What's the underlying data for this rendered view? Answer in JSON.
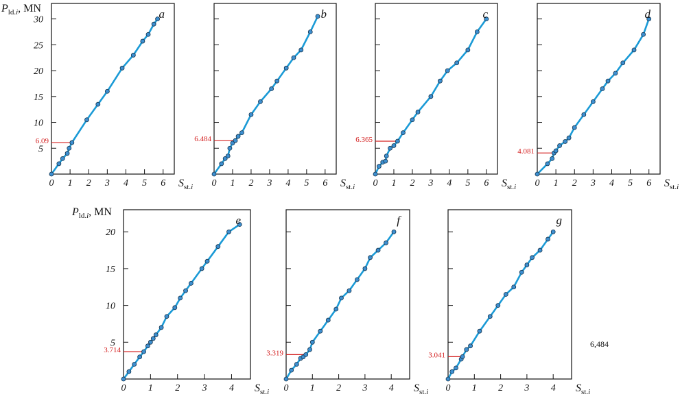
{
  "colors": {
    "line": "#1a9ad6",
    "point_fill": "#3d8fd0",
    "point_stroke": "#14324a",
    "marker": "#d42020",
    "frame": "#111111"
  },
  "axis_text": {
    "y_main": "P",
    "y_sub": "ld.",
    "y_sub_i": "i",
    "y_unit": ", MN",
    "x_main": "S",
    "x_sub": "st.",
    "x_sub_i": "i"
  },
  "side_note": "6,484",
  "chart_data": [
    {
      "type": "line",
      "panel": "a",
      "xlim": [
        0,
        6.6
      ],
      "ylim": [
        0,
        33
      ],
      "xticks": [
        "0",
        "1",
        "2",
        "3",
        "4",
        "5",
        "6"
      ],
      "yticks": [
        "5",
        "10",
        "15",
        "20",
        "25",
        "30"
      ],
      "marker": {
        "label": "6.09",
        "x": 1.1,
        "y": 6.09
      },
      "series": [
        {
          "x": [
            0,
            0.4,
            0.6,
            0.85,
            0.95,
            1.1,
            1.9,
            2.5,
            3.0,
            3.8,
            4.4,
            4.9,
            5.2,
            5.5,
            5.7
          ],
          "y": [
            0,
            2.0,
            3.0,
            4.0,
            5.0,
            6.09,
            10.5,
            13.5,
            16.0,
            20.5,
            23.0,
            25.7,
            27.0,
            29.0,
            30.0
          ]
        }
      ]
    },
    {
      "type": "line",
      "panel": "b",
      "xlim": [
        0,
        6.6
      ],
      "ylim": [
        0,
        33
      ],
      "xticks": [
        "0",
        "1",
        "2",
        "3",
        "4",
        "5",
        "6"
      ],
      "yticks": [],
      "marker": {
        "label": "6.484",
        "x": 1.15,
        "y": 6.484
      },
      "series": [
        {
          "x": [
            0,
            0.4,
            0.6,
            0.75,
            0.85,
            1.0,
            1.15,
            1.3,
            1.5,
            2.0,
            2.5,
            3.1,
            3.4,
            3.9,
            4.3,
            4.7,
            5.2,
            5.6
          ],
          "y": [
            0,
            2.0,
            3.0,
            3.5,
            5.0,
            6.0,
            6.484,
            7.3,
            8.0,
            11.5,
            14.0,
            16.5,
            18.0,
            20.5,
            22.5,
            24.0,
            27.5,
            30.5
          ]
        }
      ]
    },
    {
      "type": "line",
      "panel": "c",
      "xlim": [
        0,
        6.6
      ],
      "ylim": [
        0,
        33
      ],
      "xticks": [
        "0",
        "1",
        "2",
        "3",
        "4",
        "5",
        "6"
      ],
      "yticks": [],
      "marker": {
        "label": "6.365",
        "x": 1.2,
        "y": 6.365
      },
      "series": [
        {
          "x": [
            0,
            0.2,
            0.4,
            0.55,
            0.6,
            0.8,
            1.0,
            1.2,
            1.5,
            2.0,
            2.3,
            3.0,
            3.5,
            3.9,
            4.4,
            5.0,
            5.5,
            6.0
          ],
          "y": [
            0,
            1.5,
            2.3,
            2.5,
            3.5,
            5.0,
            5.5,
            6.365,
            8.0,
            10.5,
            12.0,
            15.0,
            18.0,
            20.0,
            21.5,
            24.0,
            27.5,
            30.0
          ]
        }
      ]
    },
    {
      "type": "line",
      "panel": "d",
      "xlim": [
        0,
        6.6
      ],
      "ylim": [
        0,
        33
      ],
      "xticks": [
        "0",
        "1",
        "2",
        "3",
        "4",
        "5",
        "6"
      ],
      "yticks": [],
      "marker": {
        "label": "4.081",
        "x": 0.9,
        "y": 4.081
      },
      "series": [
        {
          "x": [
            0,
            0.55,
            0.8,
            0.9,
            1.0,
            1.2,
            1.5,
            1.7,
            2.0,
            2.5,
            3.0,
            3.5,
            3.8,
            4.2,
            4.6,
            5.2,
            5.7,
            6.0
          ],
          "y": [
            0,
            2.0,
            3.0,
            4.081,
            4.5,
            5.5,
            6.3,
            7.0,
            9.0,
            11.5,
            14.0,
            16.5,
            18.0,
            19.5,
            21.5,
            24.0,
            27.0,
            30.0
          ]
        }
      ]
    },
    {
      "type": "line",
      "panel": "e",
      "xlim": [
        0,
        4.7
      ],
      "ylim": [
        0,
        23
      ],
      "xticks": [
        "0",
        "1",
        "2",
        "3",
        "4"
      ],
      "yticks": [
        "5",
        "10",
        "15",
        "20"
      ],
      "marker": {
        "label": "3.714",
        "x": 0.75,
        "y": 3.714
      },
      "series": [
        {
          "x": [
            0,
            0.2,
            0.4,
            0.6,
            0.75,
            0.9,
            1.0,
            1.1,
            1.2,
            1.4,
            1.6,
            1.9,
            2.1,
            2.3,
            2.5,
            2.9,
            3.1,
            3.5,
            3.9,
            4.3
          ],
          "y": [
            0,
            1.0,
            2.0,
            3.0,
            3.714,
            4.5,
            5.0,
            5.5,
            6.0,
            7.0,
            8.5,
            9.7,
            11.0,
            12.0,
            13.0,
            15.0,
            16.0,
            18.0,
            20.0,
            21.0
          ]
        }
      ]
    },
    {
      "type": "line",
      "panel": "f",
      "xlim": [
        0,
        4.7
      ],
      "ylim": [
        0,
        23
      ],
      "xticks": [
        "0",
        "1",
        "2",
        "3",
        "4"
      ],
      "yticks": [],
      "marker": {
        "label": "3.319",
        "x": 0.75,
        "y": 3.319
      },
      "series": [
        {
          "x": [
            0,
            0.2,
            0.4,
            0.55,
            0.65,
            0.75,
            0.9,
            1.0,
            1.3,
            1.6,
            1.9,
            2.1,
            2.4,
            2.7,
            3.0,
            3.2,
            3.5,
            3.8,
            4.1
          ],
          "y": [
            0,
            1.2,
            2.0,
            2.8,
            3.0,
            3.319,
            4.0,
            5.0,
            6.5,
            8.0,
            9.5,
            11.0,
            12.0,
            13.5,
            15.0,
            16.5,
            17.5,
            18.5,
            20.0
          ]
        }
      ]
    },
    {
      "type": "line",
      "panel": "g",
      "xlim": [
        0,
        4.7
      ],
      "ylim": [
        0,
        23
      ],
      "xticks": [
        "0",
        "1",
        "2",
        "3",
        "4"
      ],
      "yticks": [],
      "marker": {
        "label": "3.041",
        "x": 0.55,
        "y": 3.041
      },
      "series": [
        {
          "x": [
            0,
            0.15,
            0.3,
            0.5,
            0.55,
            0.7,
            0.85,
            1.2,
            1.6,
            1.9,
            2.2,
            2.5,
            2.8,
            3.0,
            3.2,
            3.5,
            3.8,
            4.0
          ],
          "y": [
            0,
            1.0,
            1.5,
            2.7,
            3.041,
            4.0,
            4.5,
            6.5,
            8.5,
            10.0,
            11.5,
            12.5,
            14.5,
            15.5,
            16.5,
            17.5,
            19.0,
            20.0
          ]
        }
      ]
    }
  ]
}
